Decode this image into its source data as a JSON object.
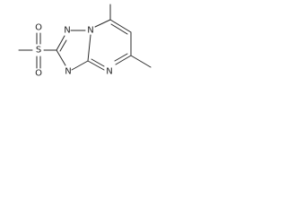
{
  "molecule": {
    "atoms": {
      "o1": "O",
      "s": "S",
      "o2": "O",
      "n1": "N",
      "n_bridge": "N",
      "n_bottom": "N",
      "n_right": "N"
    },
    "colors": {
      "bond": "#2a2a2a",
      "label": "#1f1f1f",
      "background": "#ffffff"
    }
  }
}
